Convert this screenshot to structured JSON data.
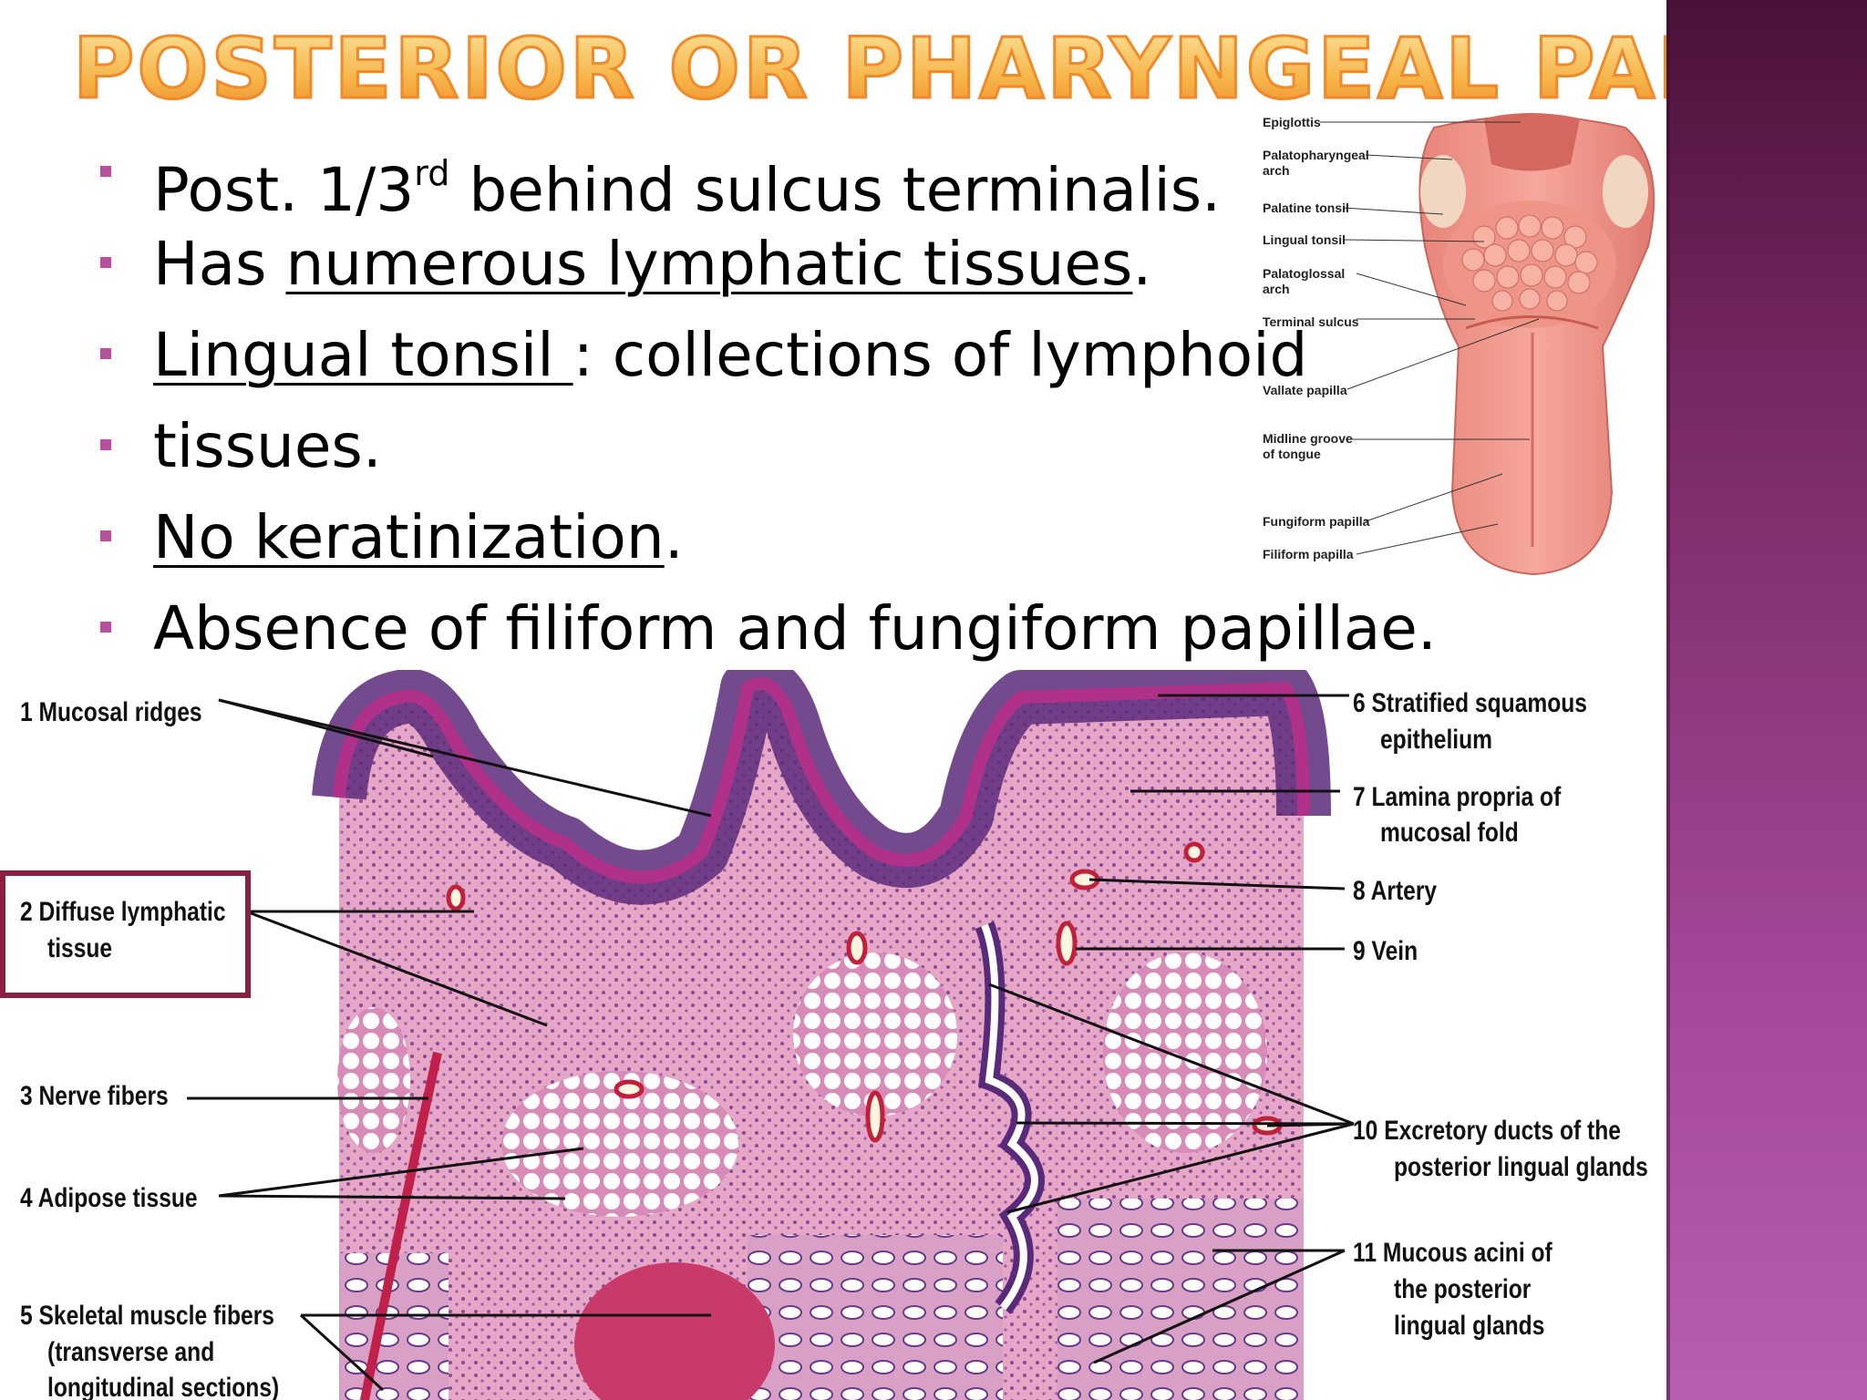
{
  "title": "POSTERIOR OR PHARYNGEAL PART",
  "bullets": {
    "b1": {
      "pre": "Post. 1/3",
      "sup": "rd",
      "post": " behind sulcus terminalis."
    },
    "b2": {
      "pre": "Has ",
      "under": "numerous lymphatic tissues",
      "post": "."
    },
    "b3": {
      "under": "Lingual tonsil ",
      "post": ": collections of lymphoid"
    },
    "b4": {
      "text": "tissues."
    },
    "b5": {
      "under": "No keratinization",
      "post": "."
    },
    "b6": {
      "text": "Absence of filiform and fungiform papillae."
    }
  },
  "tongue_labels": {
    "l1": "Epiglottis",
    "l2": "Palatopharyngeal\narch",
    "l3": "Palatine tonsil",
    "l4": "Lingual tonsil",
    "l5": "Palatoglossal\narch",
    "l6": "Terminal sulcus",
    "l7": "Vallate papilla",
    "l8": "Midline groove\nof tongue",
    "l9": "Fungiform papilla",
    "l10": "Filiform papilla"
  },
  "histology_labels": {
    "l1": "1  Mucosal ridges",
    "l2a": "2  Diffuse lymphatic",
    "l2b": "tissue",
    "l3": "3  Nerve fibers",
    "l4": "4  Adipose tissue",
    "l5a": "5  Skeletal muscle fibers",
    "l5b": "(transverse and",
    "l5c": "longitudinal sections)",
    "l6a": "6  Stratified squamous",
    "l6b": "epithelium",
    "l7a": "7  Lamina propria of",
    "l7b": "mucosal fold",
    "l8": "8  Artery",
    "l9": "9  Vein",
    "l10a": "10  Excretory ducts of the",
    "l10b": "posterior lingual glands",
    "l11a": "11  Mucous acini of",
    "l11b": "the posterior",
    "l11c": "lingual glands"
  },
  "colors": {
    "title_fill": "#f6b54a",
    "bullet_mark": "#b9509f",
    "highlight_box": "#8a2040",
    "sidebar": "#8a3478"
  }
}
